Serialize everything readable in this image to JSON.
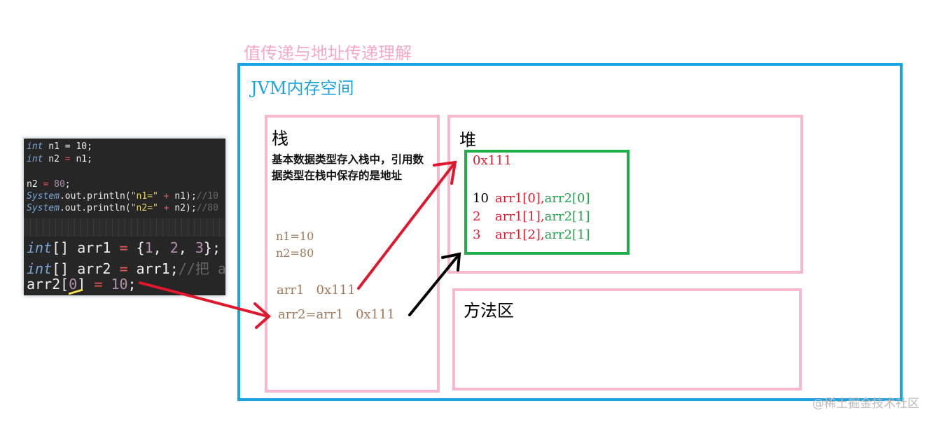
{
  "title": "值传递与地址传递理解",
  "jvm_label": "JVM内存空间",
  "stack": {
    "heading": "栈",
    "description": "基本数据类型存入栈中，引用数据类型在栈中保存的是地址",
    "n1": "n1=10",
    "n2": "n2=80",
    "arr1": "arr1   0x111",
    "arr2": "arr2=arr1   0x111"
  },
  "heap": {
    "heading": "堆",
    "address": "0x111",
    "rows": [
      {
        "value": "10",
        "a": "arr1[0],",
        "b": "arr2[0]"
      },
      {
        "value": "2",
        "a": "arr1[1],",
        "b": "arr2[1]"
      },
      {
        "value": "3",
        "a": "arr1[2],",
        "b": "arr2[1]"
      }
    ]
  },
  "method_area": {
    "heading": "方法区"
  },
  "code": {
    "l1a": "int",
    " l1b": "",
    "l1": " n1 = 10;",
    "line1": [
      "int",
      " n1 ",
      "=",
      " 10",
      ";"
    ],
    "line2": [
      "int",
      " n2 ",
      "=",
      " n1;"
    ],
    "line3": [
      "n2 ",
      "=",
      " 80",
      ";"
    ],
    "line4": [
      "System",
      ".out.println(",
      "\"n1=\"",
      " + ",
      "n1);",
      "//10"
    ],
    "line5": [
      "System",
      ".out.println(",
      "\"n2=\"",
      " + ",
      "n2);",
      "//80"
    ],
    "line6": [
      "int",
      "[] arr1 ",
      "=",
      " {",
      "1",
      ", ",
      "2",
      ", ",
      "3",
      "};"
    ],
    "line7": [
      "int",
      "[] arr2 ",
      "=",
      " arr1;",
      "//把 a"
    ],
    "line8": [
      "arr2[",
      "0",
      "] ",
      "=",
      " 10",
      ";"
    ]
  },
  "watermark": "@稀土掘金技术社区",
  "colors": {
    "jvm_border": "#1aa3e0",
    "region_border": "#f7b8cc",
    "heap_object_border": "#1fae4a",
    "arrow_red": "#e0182d",
    "arrow_black": "#000000"
  }
}
